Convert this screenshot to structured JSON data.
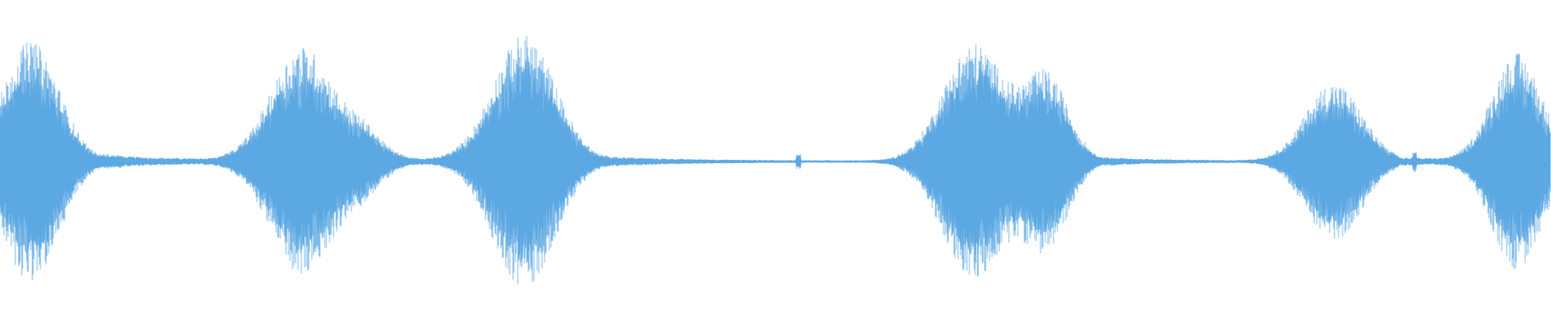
{
  "waveform": {
    "color": "#5DA9E3",
    "background": "#FFFFFF",
    "amplitude_max": 1.0,
    "baseline_noise": 0.008,
    "bursts": [
      {
        "center_s": 0.02,
        "peak": 0.95,
        "width_s": 0.018,
        "tail_s": 0.06
      },
      {
        "center_s": 0.195,
        "peak": 0.9,
        "width_s": 0.02,
        "tail_s": 0.04
      },
      {
        "center_s": 0.235,
        "peak": 0.2,
        "width_s": 0.012,
        "tail_s": 0.015
      },
      {
        "center_s": 0.338,
        "peak": 1.0,
        "width_s": 0.02,
        "tail_s": 0.05
      },
      {
        "center_s": 0.628,
        "peak": 0.93,
        "width_s": 0.02,
        "tail_s": 0.02
      },
      {
        "center_s": 0.675,
        "peak": 0.66,
        "width_s": 0.014,
        "tail_s": 0.04
      },
      {
        "center_s": 0.86,
        "peak": 0.62,
        "width_s": 0.018,
        "tail_s": 0.05
      },
      {
        "center_s": 0.978,
        "peak": 0.85,
        "width_s": 0.016,
        "tail_s": 0.01
      }
    ],
    "clicks": [
      {
        "center_s": 0.515,
        "peak": 0.05
      },
      {
        "center_s": 0.912,
        "peak": 0.05
      }
    ]
  }
}
